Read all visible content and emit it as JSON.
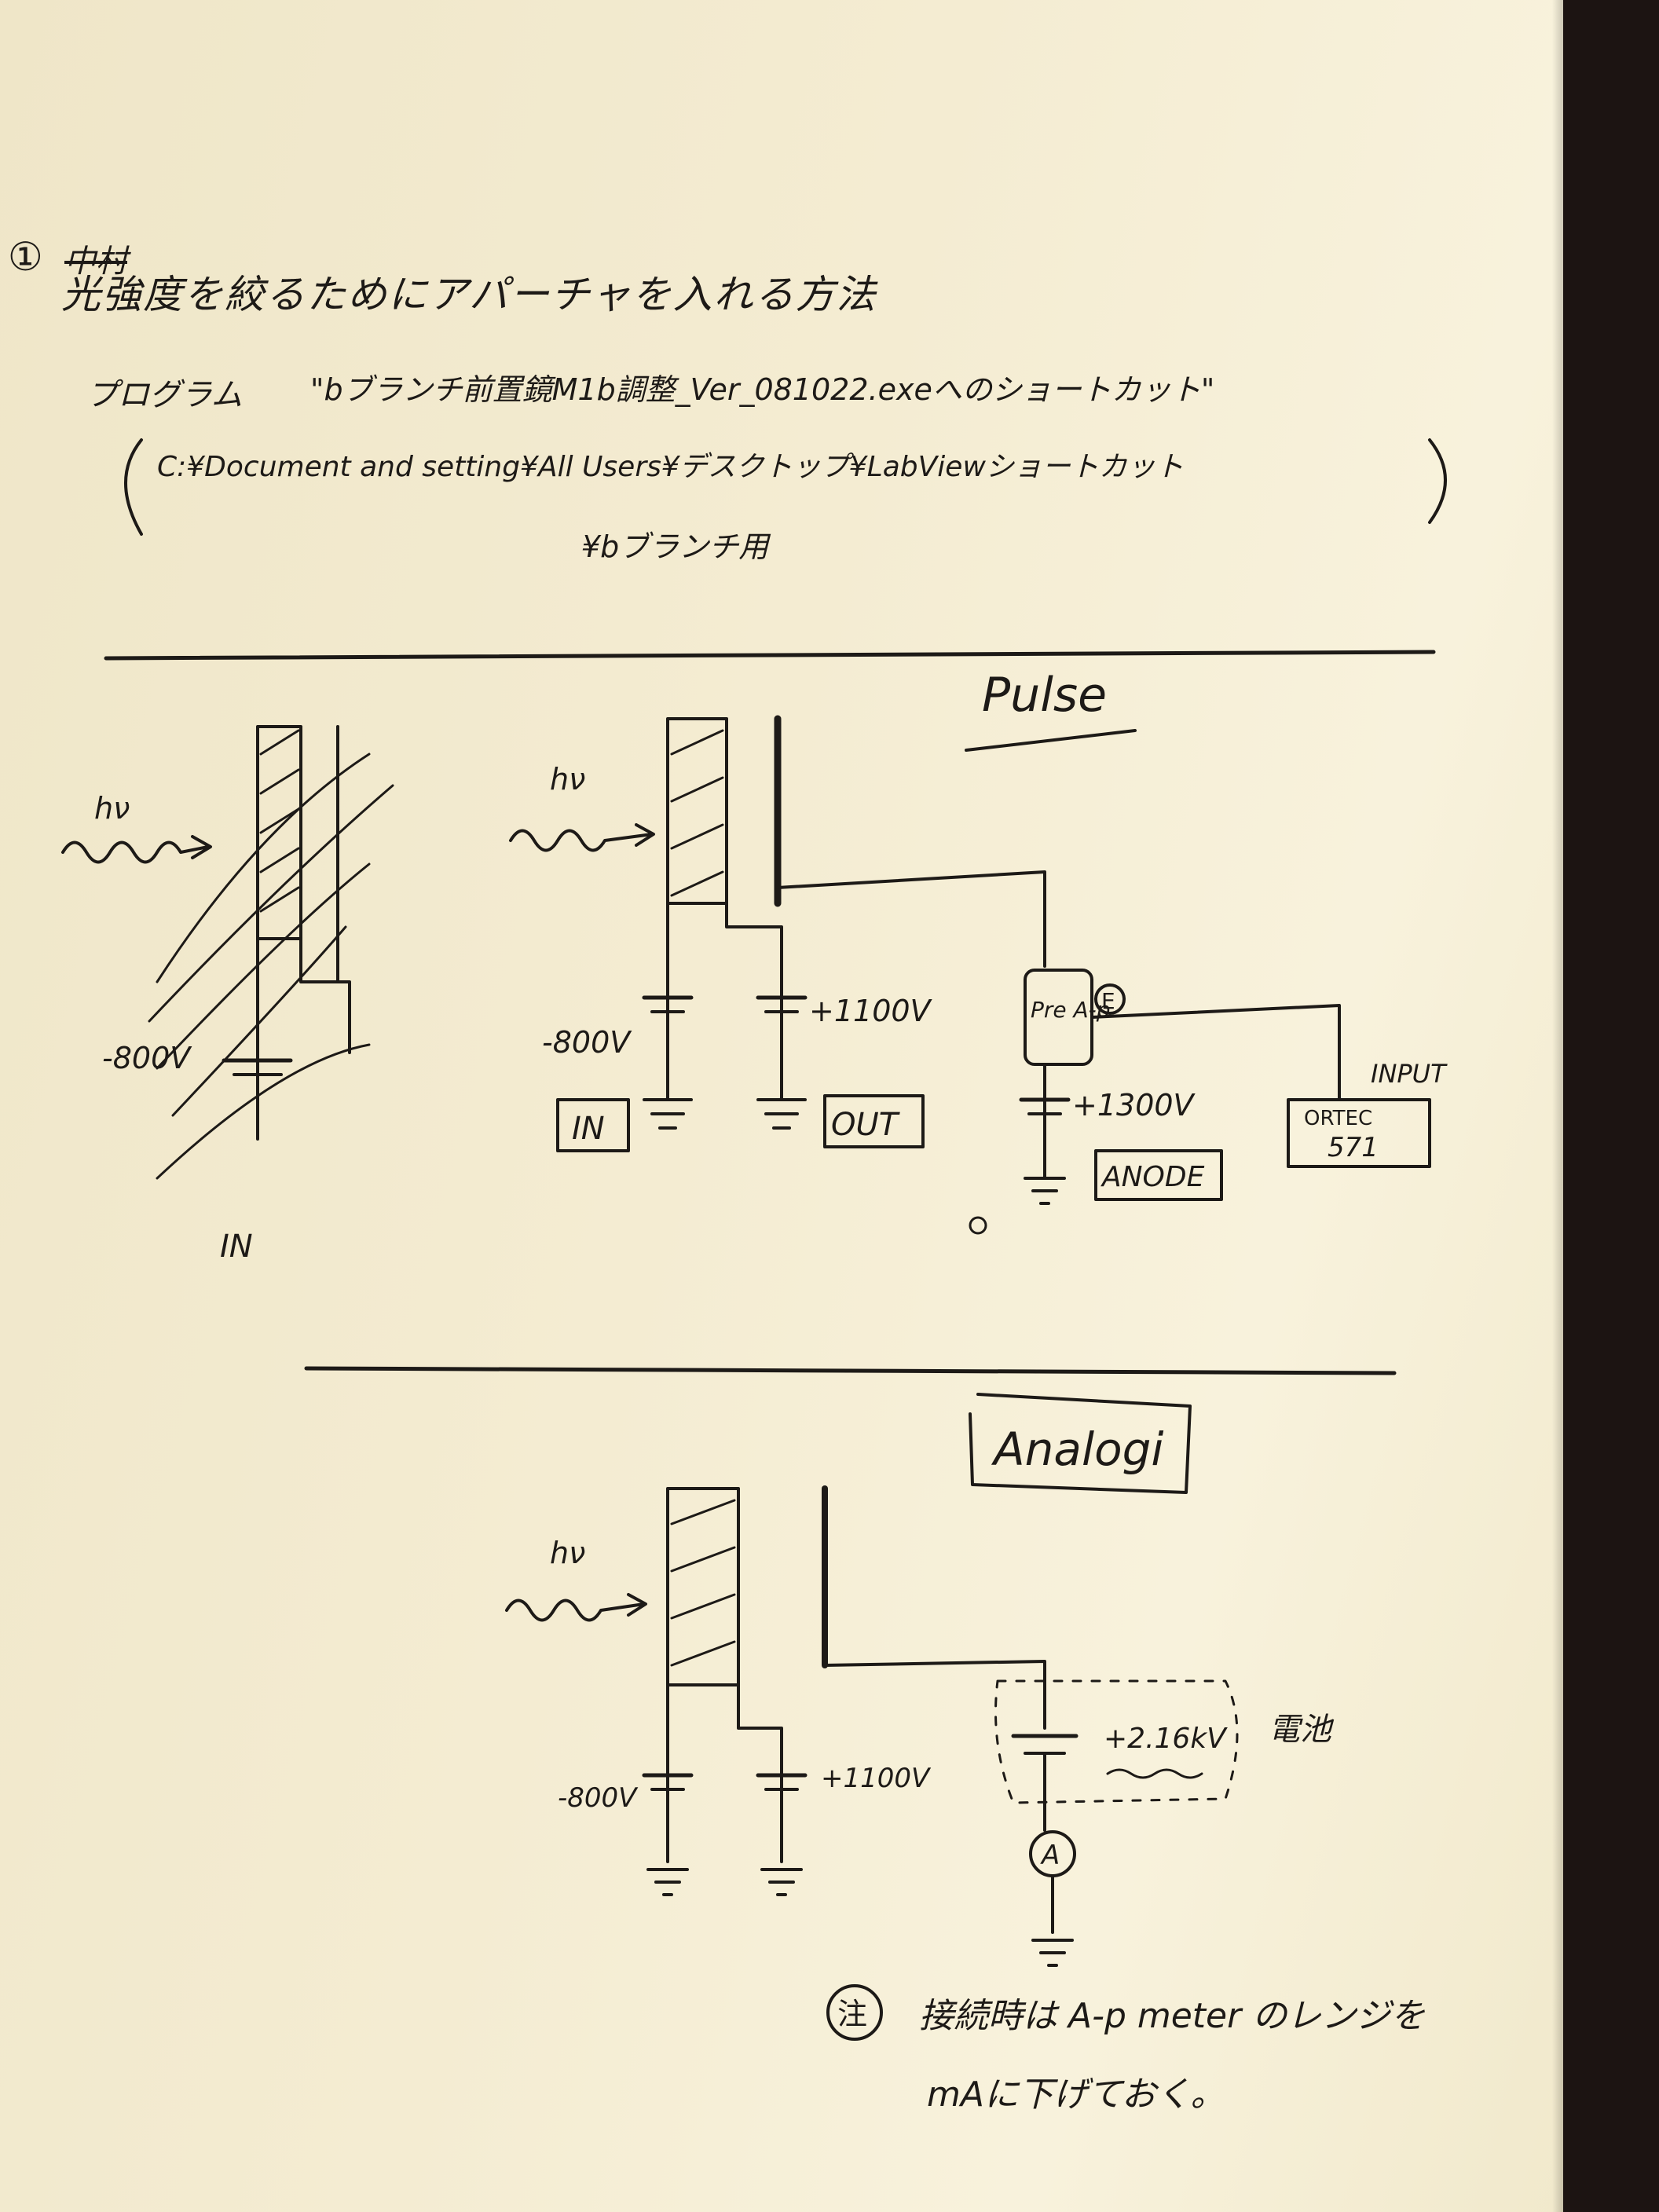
{
  "heading": {
    "number": "①",
    "struck_word": "中村",
    "title": "光強度を絞るためにアパーチャを入れる方法"
  },
  "program": {
    "label": "プログラム",
    "name": "\"bブランチ前置鏡M1b調整_Ver_081022.exeへのショートカット\"",
    "path_line1": "C:¥Document and setting¥All Users¥デスクトップ¥LabViewショートカット",
    "path_line2": "¥bブランチ用"
  },
  "sketch1": {
    "photon_label": "hν",
    "voltage": "-800V",
    "terminal": "IN"
  },
  "pulse": {
    "section_label": "Pulse",
    "photon_label": "hν",
    "v_in": "-800V",
    "v_out": "+1100V",
    "label_in": "IN",
    "label_out": "OUT",
    "preamp": "Pre A-p",
    "preamp_mark": "E",
    "v_anode": "+1300V",
    "label_anode": "ANODE",
    "input_label": "INPUT",
    "ortec": "ORTEC",
    "ortec_model": "571"
  },
  "analog": {
    "section_label": "Analogi",
    "photon_label": "hν",
    "v_in": "-800V",
    "v_out": "+1100V",
    "v_supply": "+2.16kV",
    "battery": "電池",
    "meter": "A"
  },
  "note": {
    "mark": "注",
    "line1": "接続時は A-p meter のレンジを",
    "line2": "mAに下げておく。"
  },
  "colors": {
    "paper": "#f4ecd2",
    "ink": "#1d1a17",
    "background": "#1c1412"
  }
}
